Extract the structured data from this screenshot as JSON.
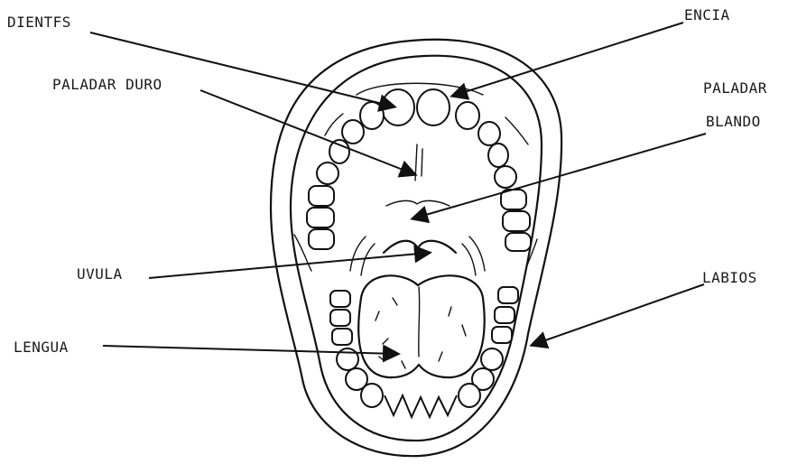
{
  "labels": {
    "dientes": "DIENTFS",
    "encia": "ENCIA",
    "paladar_duro": "PALADAR DURO",
    "paladar_blando_line1": "PALADAR",
    "paladar_blando_line2": "BLANDO",
    "uvula": "UVULA",
    "labios": "LABIOS",
    "lengua": "LENGUA"
  }
}
